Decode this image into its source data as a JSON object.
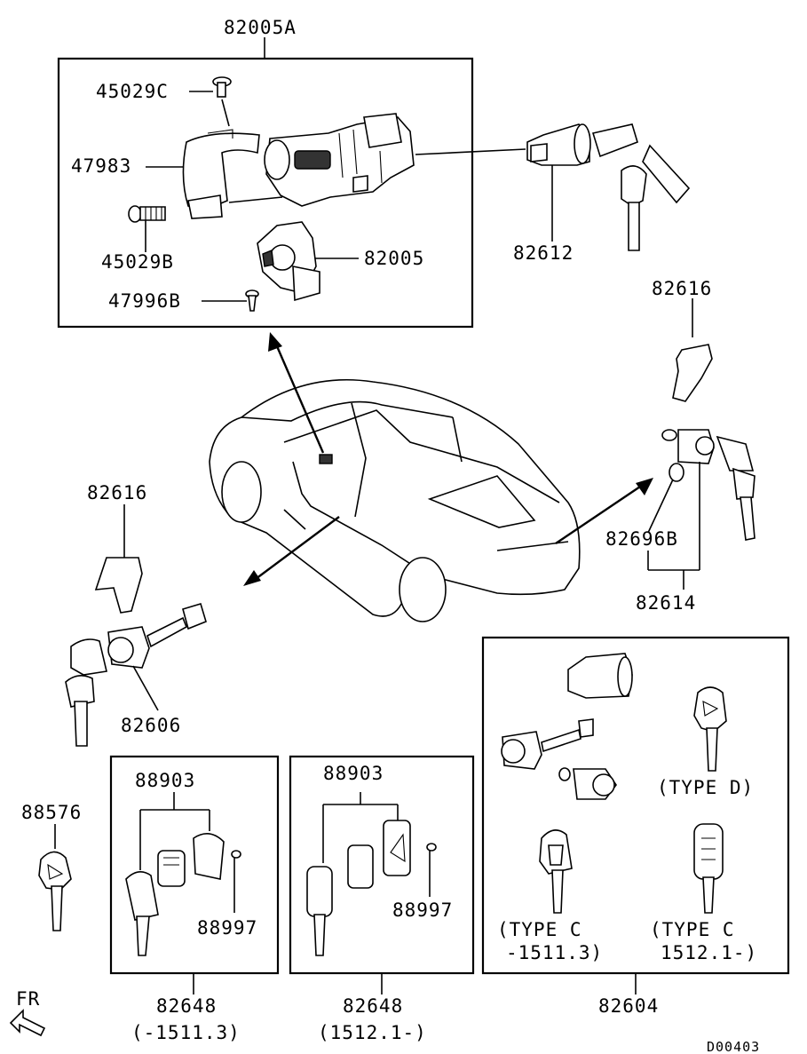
{
  "callouts": {
    "ignition_assy": "82005A",
    "screw_top": "45029C",
    "cover": "47983",
    "screw_b": "45029B",
    "cylinder": "82005",
    "tapping_screw": "47996B",
    "ign_key_set": "82612",
    "clip_right": "82616",
    "grommet": "82696B",
    "tailgate_lock": "82614",
    "clip_left": "82616",
    "door_lock": "82606",
    "key_blank": "88576",
    "remote_parts_1": "88903",
    "screw_1": "88997",
    "remote_parts_2": "88903",
    "screw_2": "88997",
    "kit_1": "82648",
    "kit_1_note": "(-1511.3)",
    "kit_2": "82648",
    "kit_2_note": "(1512.1-)",
    "kit_3": "82604",
    "type_d": "(TYPE D)",
    "type_c1_line1": "(TYPE C",
    "type_c1_line2": "-1511.3)",
    "type_c2_line1": "(TYPE C",
    "type_c2_line2": "1512.1-)",
    "front_mark": "FR",
    "drawing_no": "D00403"
  }
}
